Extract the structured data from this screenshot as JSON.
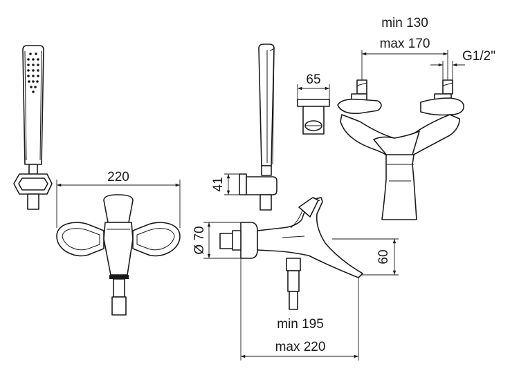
{
  "dimensions": {
    "front_width": "220",
    "shower_bracket_height": "41",
    "side_diameter": "Ø 70",
    "spout_height": "60",
    "projection_min": "min 195",
    "projection_max": "max 220",
    "bracket_width": "65",
    "centres_min": "min 130",
    "centres_max": "max 170",
    "connection_thread": "G1/2\""
  },
  "colors": {
    "line": "#1a1a1a",
    "background": "#ffffff"
  }
}
